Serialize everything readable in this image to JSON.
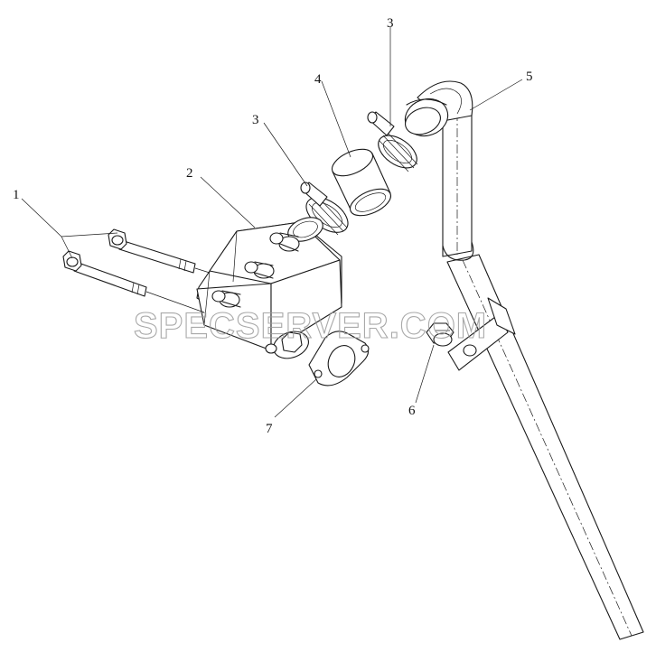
{
  "watermark": "SPECSERVER.COM",
  "callouts": [
    {
      "id": "1",
      "text": "1"
    },
    {
      "id": "2",
      "text": "2"
    },
    {
      "id": "3a",
      "text": "3"
    },
    {
      "id": "3b",
      "text": "3"
    },
    {
      "id": "4",
      "text": "4"
    },
    {
      "id": "5",
      "text": "5"
    },
    {
      "id": "6",
      "text": "6"
    },
    {
      "id": "7",
      "text": "7"
    }
  ]
}
